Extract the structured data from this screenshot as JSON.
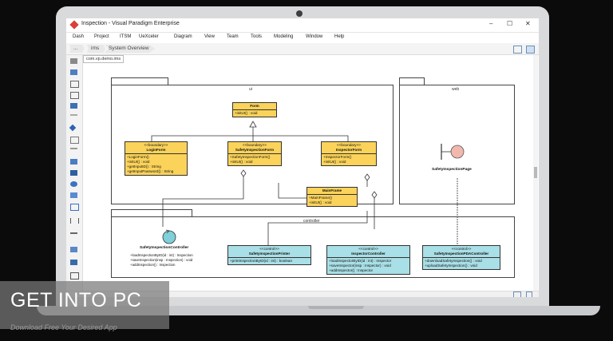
{
  "window": {
    "title": "Inspection - Visual Paradigm Enterprise",
    "minimize": "–",
    "maximize": "☐",
    "close": "✕"
  },
  "menu": [
    "Dash",
    "Project",
    "ITSM",
    "UeXceler",
    "Diagram",
    "View",
    "Team",
    "Tools",
    "Modeling",
    "Window",
    "Help"
  ],
  "breadcrumbs": [
    "...",
    "ims",
    "System Overview"
  ],
  "doc_tab": "com.vp.demo.ims",
  "packages": {
    "ui": "ui",
    "web": "web",
    "controller": "controller"
  },
  "classes": {
    "form": {
      "name": "Form",
      "ops": [
        "+initUI() : void"
      ]
    },
    "login": {
      "stereo": "<<boundary>>",
      "name": "LoginForm",
      "ops": [
        "+LoginForm()",
        "+initUI() : void",
        "+getInputID() : String",
        "+getInputPassword() : String"
      ]
    },
    "safety_form": {
      "stereo": "<<boundary>>",
      "name": "SafetyInspectionForm",
      "ops": [
        "+SafetyInspectionForm()",
        "+initUI() : void"
      ]
    },
    "inspector_form": {
      "stereo": "<<boundary>>",
      "name": "InspectorForm",
      "ops": [
        "+InspectorForm()",
        "+initUI() : void"
      ]
    },
    "mainframe": {
      "name": "MainFrame",
      "ops": [
        "+MainFrame()",
        "+initUI() : void"
      ]
    },
    "printer": {
      "stereo": "<<control>>",
      "name": "SafetyInspectionPrinter",
      "ops": [
        "+printInspectionByID(id : int) : boolean"
      ]
    },
    "inspector_ctrl": {
      "stereo": "<<control>>",
      "name": "InspectorController",
      "ops": [
        "+loadInspectorByID(id : int) : Inspector",
        "+saveInspector(insp : Inspector) : void",
        "+addInspector() : Inspector"
      ]
    },
    "pda_ctrl": {
      "stereo": "<<control>>",
      "name": "SafetyInspectionPDAController",
      "ops": [
        "+downloadSafetyInspection() : void",
        "+uploadSafetyInspection() : void"
      ]
    }
  },
  "lifelines": {
    "safety_page": "SafetyInspectionPage",
    "safety_ctrl": "SafetyInspectionController",
    "safety_ctrl_ops": [
      "+loadInspectionByID(id : int) : Inspection",
      "+saveInspection(insp : Inspection) : void",
      "+addInspection() : Inspection"
    ]
  },
  "watermark": {
    "title": "GET INTO PC",
    "tagline": "Download Free Your Desired App"
  }
}
